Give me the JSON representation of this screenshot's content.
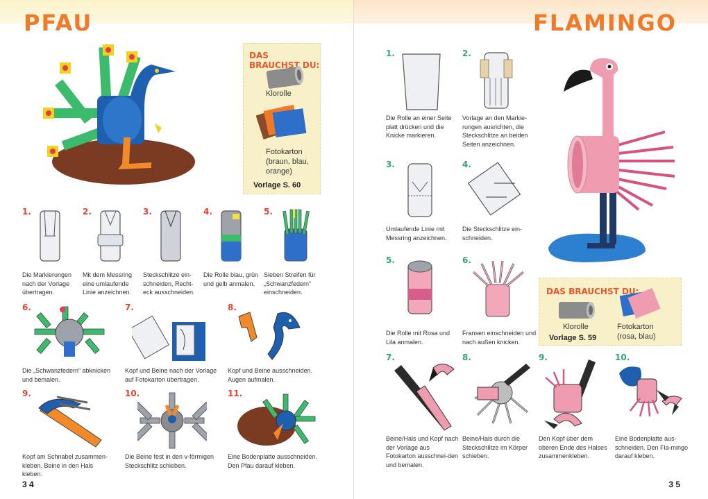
{
  "left_page": {
    "title": "PFAU",
    "needs": {
      "title": "DAS BRAUCHST DU:",
      "items": [
        {
          "label": "Klorolle",
          "icon": "toilet-roll-icon"
        },
        {
          "label": "Fotokarton\n(braun, blau,\norange)",
          "icon": "cardboard-sheets-icon"
        }
      ],
      "template_ref": "Vorlage S. 60"
    },
    "steps": [
      {
        "num": "1.",
        "text": "Die Markierungen nach der Vorlage übertragen."
      },
      {
        "num": "2.",
        "text": "Mit dem Messring eine umlaufende Linie anzeichnen."
      },
      {
        "num": "3.",
        "text": "Steckschlitze ein-schneiden, Recht-eck ausschneiden."
      },
      {
        "num": "4.",
        "text": "Die Rolle blau, grün und gelb anmalen."
      },
      {
        "num": "5.",
        "text": "Sieben Streifen für „Schwanzfedern“ einschneiden."
      },
      {
        "num": "6.",
        "text": "Die „Schwanzfedern“ abknicken und bemalen."
      },
      {
        "num": "7.",
        "text": "Kopf und Beine nach der Vorlage auf Fotokarton übertragen."
      },
      {
        "num": "8.",
        "text": "Kopf und Beine ausschneiden. Augen aufmalen."
      },
      {
        "num": "9.",
        "text": "Kopf am Schnabel zusammen-kleben. Beine in den Hals kleben."
      },
      {
        "num": "10.",
        "text": "Die Beine fest in den v-förmigen Steckschlitz schieben."
      },
      {
        "num": "11.",
        "text": "Eine Bodenplatte ausschneiden. Den Pfau darauf kleben."
      }
    ],
    "page_number": "3 4"
  },
  "right_page": {
    "title": "FLAMINGO",
    "needs": {
      "title": "DAS BRAUCHST DU:",
      "items": [
        {
          "label": "Klorolle",
          "icon": "toilet-roll-icon"
        },
        {
          "label": "Fotokarton\n(rosa, blau)",
          "icon": "cardboard-sheets-icon"
        }
      ],
      "template_ref": "Vorlage S. 59"
    },
    "steps": [
      {
        "num": "1.",
        "text": "Die Rolle an einer Seite platt drücken und die Knicke markieren."
      },
      {
        "num": "2.",
        "text": "Vorlage an den Markie-rungen ausrichten, die Steckschlitze an beiden Seiten anzeichnen."
      },
      {
        "num": "3.",
        "text": "Umlaufende Linie mit Messring anzeichnen."
      },
      {
        "num": "4.",
        "text": "Die Steckschlitze ein-schneiden."
      },
      {
        "num": "5.",
        "text": "Die Rolle mit Rosa und Lila anmalen."
      },
      {
        "num": "6.",
        "text": "Fransen einschneiden und nach außen knicken."
      },
      {
        "num": "7.",
        "text": "Beine/Hals und Kopf nach der Vorlage aus Fotokarton ausschnei-den und bemalen."
      },
      {
        "num": "8.",
        "text": "Beine/Hals durch die Steckschlitze im Körper schieben."
      },
      {
        "num": "9.",
        "text": "Den Kopf über dem oberen Ende des Halses zusammenkleben."
      },
      {
        "num": "10.",
        "text": "Eine Bodenplatte aus-schneiden. Den Fla-mingo darauf kleben."
      }
    ],
    "page_number": "3 5"
  },
  "colors": {
    "title_orange": "#f07a2a",
    "step_red": "#e5442f",
    "step_green": "#2fa96a",
    "box_yellow": "#f8f0c8"
  }
}
